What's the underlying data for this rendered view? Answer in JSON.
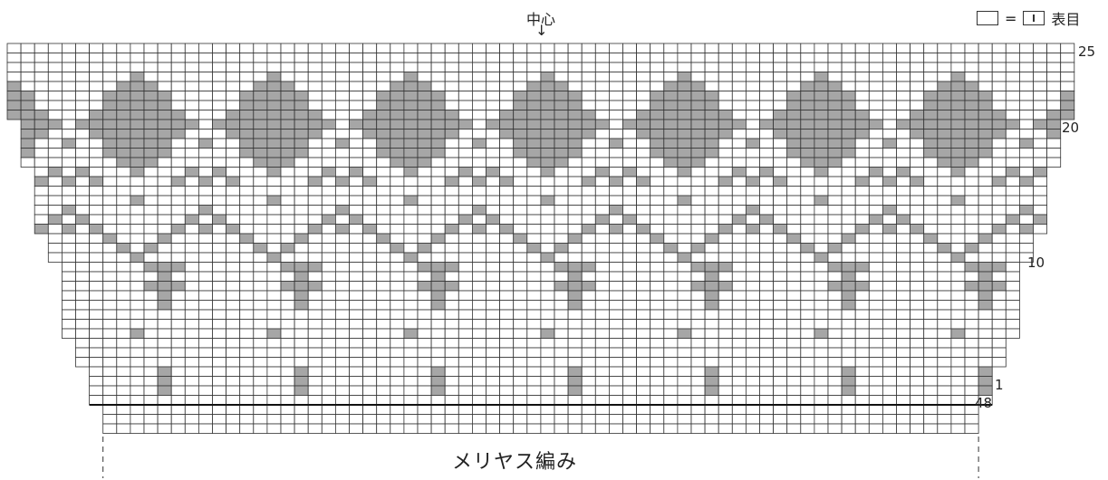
{
  "header": {
    "center_label": "中心",
    "center_arrow": "↓"
  },
  "legend": {
    "equals": "=",
    "meaning": "表目",
    "symbol_name": "knit-stitch-symbol"
  },
  "row_labels": {
    "r25": "25",
    "r20": "20",
    "r10": "10",
    "r1": "1",
    "r48": "48"
  },
  "footer": {
    "stitch_label": "メリヤス編み"
  },
  "colors": {
    "filled": "#a6a6a6",
    "grid": "#333333",
    "background": "#ffffff"
  }
}
